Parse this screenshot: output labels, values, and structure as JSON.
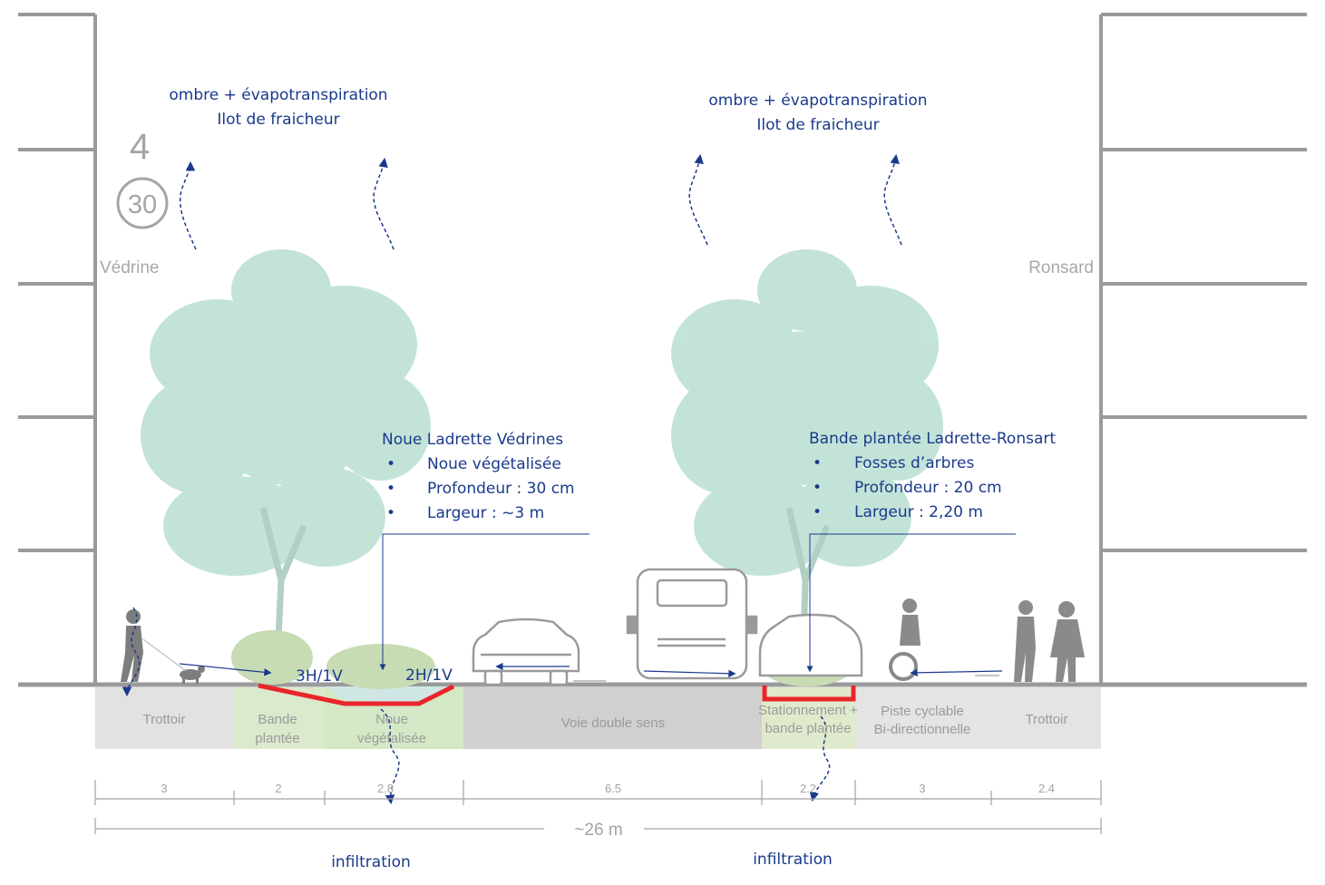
{
  "street_left": "Védrine",
  "street_right": "Ronsard",
  "floors_label": "4",
  "speed_limit": "30",
  "climate_left": {
    "line1": "ombre + évapotranspiration",
    "line2": "Ilot de fraicheur"
  },
  "climate_right": {
    "line1": "ombre + évapotranspiration",
    "line2": "Ilot de fraicheur"
  },
  "noue": {
    "title": "Noue Ladrette Védrines",
    "bullets": [
      "Noue végétalisée",
      "Profondeur : 30 cm",
      "Largeur : ~3 m"
    ]
  },
  "bande": {
    "title": "Bande plantée Ladrette-Ronsart",
    "bullets": [
      "Fosses d’arbres",
      "Profondeur : 20 cm",
      "Largeur : 2,20 m"
    ]
  },
  "slope_left": "3H/1V",
  "slope_right": "2H/1V",
  "zones": [
    {
      "line1": "Trottoir",
      "line2": "",
      "width": "3"
    },
    {
      "line1": "Bande",
      "line2": "plantée",
      "width": "2"
    },
    {
      "line1": "Noue",
      "line2": "végétalisée",
      "width": "2.8"
    },
    {
      "line1": "Voie double sens",
      "line2": "",
      "width": "6.5"
    },
    {
      "line1": "Stationnement +",
      "line2": "bande plantée",
      "width": "2.2"
    },
    {
      "line1": "Piste cyclable",
      "line2": "Bi-directionnelle",
      "width": "3"
    },
    {
      "line1": "Trottoir",
      "line2": "",
      "width": "2.4"
    }
  ],
  "total_width": "~26 m",
  "infiltration_left": "infiltration",
  "infiltration_right": "infiltration",
  "colors": {
    "annotation": "#1a3a8c",
    "red_profile": "#e8262b",
    "tree": "#b9dfd2",
    "road": "#d4d4d4",
    "planted": "#d7e8c4"
  }
}
